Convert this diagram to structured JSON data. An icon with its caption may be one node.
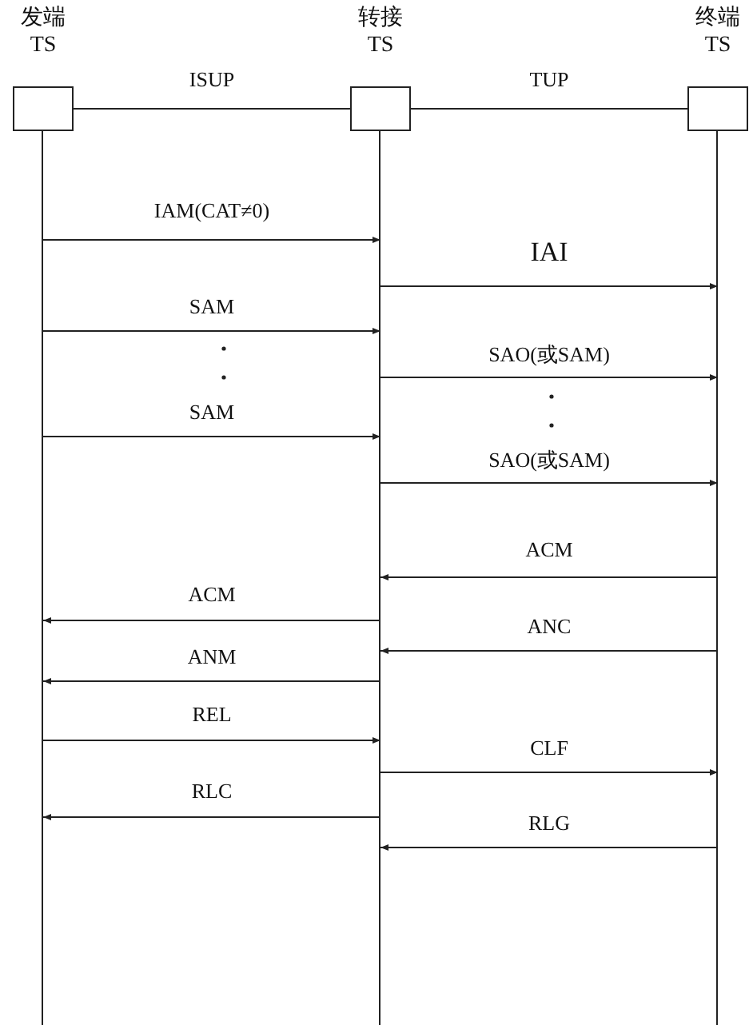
{
  "diagram": {
    "nodes": [
      {
        "text": [
          "发端",
          "TS"
        ]
      },
      {
        "text": [
          "转接",
          "TS"
        ]
      },
      {
        "text": [
          "终端",
          "TS"
        ]
      }
    ],
    "edges": [
      {
        "from": 0,
        "to": 1,
        "arrow": "none",
        "label": "ISUP"
      },
      {
        "from": 1,
        "to": 2,
        "arrow": "none",
        "label": "TUP"
      },
      {
        "from": 0,
        "to": 1,
        "arrow": "to",
        "label": "IAM(CAT≠0)"
      },
      {
        "from": 1,
        "to": 2,
        "arrow": "to",
        "label": "IAI"
      },
      {
        "from": 0,
        "to": 1,
        "arrow": "to",
        "label": "SAM"
      },
      {
        "from": 1,
        "to": 2,
        "arrow": "to",
        "label": "SAO(或SAM)"
      },
      {
        "from": 0,
        "to": 1,
        "arrow": "to",
        "label": "SAM"
      },
      {
        "from": 1,
        "to": 2,
        "arrow": "to",
        "label": "SAO(或SAM)"
      },
      {
        "from": 2,
        "to": 1,
        "arrow": "to",
        "label": "ACM"
      },
      {
        "from": 1,
        "to": 0,
        "arrow": "to",
        "label": "ACM"
      },
      {
        "from": 2,
        "to": 1,
        "arrow": "to",
        "label": "ANC"
      },
      {
        "from": 1,
        "to": 0,
        "arrow": "to",
        "label": "ANM"
      },
      {
        "from": 0,
        "to": 1,
        "arrow": "to",
        "label": "REL"
      },
      {
        "from": 1,
        "to": 2,
        "arrow": "to",
        "label": "CLF"
      },
      {
        "from": 1,
        "to": 0,
        "arrow": "to",
        "label": "RLC"
      },
      {
        "from": 2,
        "to": 1,
        "arrow": "to",
        "label": "RLG"
      }
    ]
  }
}
